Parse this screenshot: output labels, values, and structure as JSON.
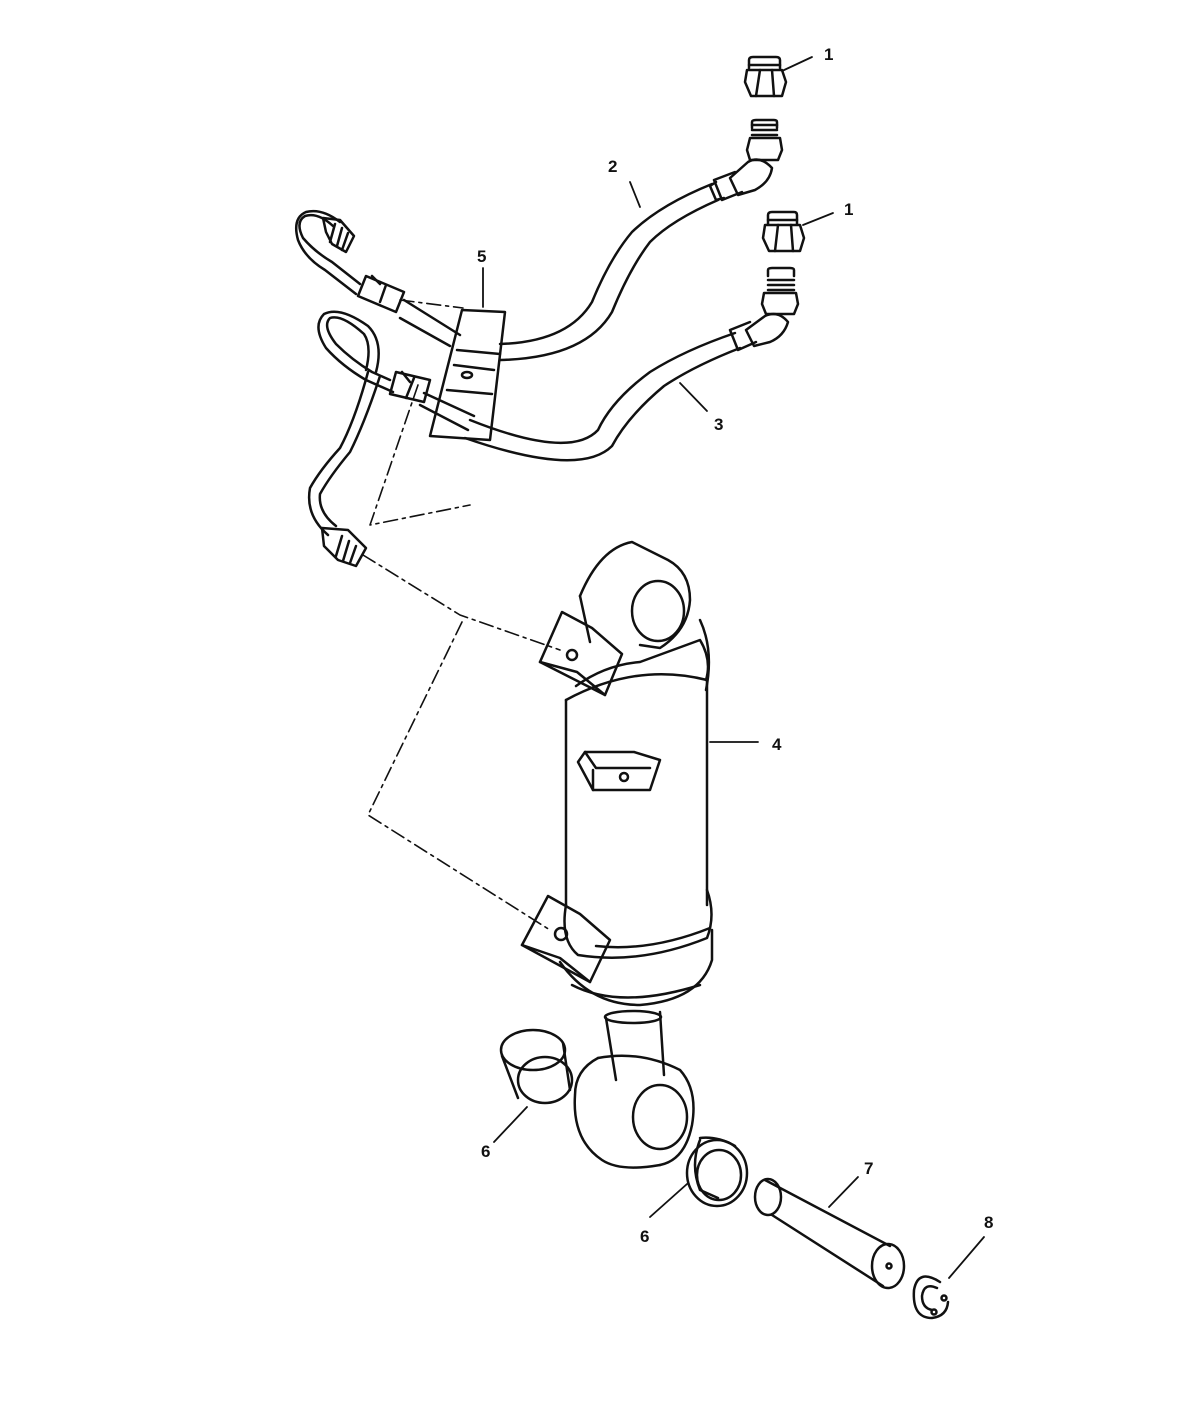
{
  "diagram": {
    "callouts": [
      {
        "id": "c1a",
        "label": "1"
      },
      {
        "id": "c2",
        "label": "2"
      },
      {
        "id": "c1b",
        "label": "1"
      },
      {
        "id": "c5",
        "label": "5"
      },
      {
        "id": "c3",
        "label": "3"
      },
      {
        "id": "c4",
        "label": "4"
      },
      {
        "id": "c6a",
        "label": "6"
      },
      {
        "id": "c6b",
        "label": "6"
      },
      {
        "id": "c7",
        "label": "7"
      },
      {
        "id": "c8",
        "label": "8"
      }
    ],
    "colors": {
      "line": "#111111",
      "background": "#ffffff"
    }
  }
}
